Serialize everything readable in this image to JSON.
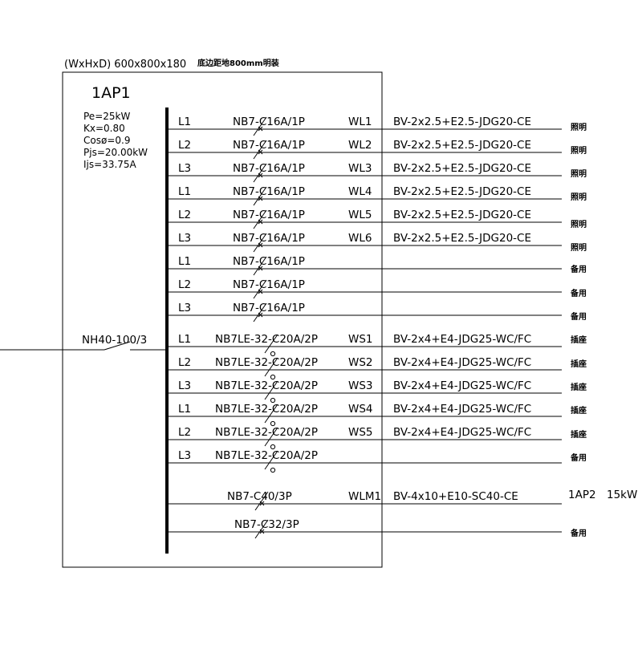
{
  "header": {
    "dims": "(WxHxD) 600x800x180",
    "mount": "底边距地800mm明装"
  },
  "panel": {
    "name": "1AP1",
    "params": [
      "Pe=25kW",
      "Kx=0.80",
      "Cosø=0.9",
      "Pjs=20.00kW",
      "Ijs=33.75A"
    ],
    "main_breaker": "NH40-100/3"
  },
  "circuits": [
    {
      "phase": "L1",
      "breaker": "NB7-C16A/1P",
      "id": "WL1",
      "cable": "BV-2x2.5+E2.5-JDG20-CE",
      "use": "照明",
      "kind": "mcb"
    },
    {
      "phase": "L2",
      "breaker": "NB7-C16A/1P",
      "id": "WL2",
      "cable": "BV-2x2.5+E2.5-JDG20-CE",
      "use": "照明",
      "kind": "mcb"
    },
    {
      "phase": "L3",
      "breaker": "NB7-C16A/1P",
      "id": "WL3",
      "cable": "BV-2x2.5+E2.5-JDG20-CE",
      "use": "照明",
      "kind": "mcb"
    },
    {
      "phase": "L1",
      "breaker": "NB7-C16A/1P",
      "id": "WL4",
      "cable": "BV-2x2.5+E2.5-JDG20-CE",
      "use": "照明",
      "kind": "mcb"
    },
    {
      "phase": "L2",
      "breaker": "NB7-C16A/1P",
      "id": "WL5",
      "cable": "BV-2x2.5+E2.5-JDG20-CE",
      "use": "照明",
      "kind": "mcb"
    },
    {
      "phase": "L3",
      "breaker": "NB7-C16A/1P",
      "id": "WL6",
      "cable": "BV-2x2.5+E2.5-JDG20-CE",
      "use": "照明",
      "kind": "mcb"
    },
    {
      "phase": "L1",
      "breaker": "NB7-C16A/1P",
      "id": "",
      "cable": "",
      "use": "备用",
      "kind": "mcb"
    },
    {
      "phase": "L2",
      "breaker": "NB7-C16A/1P",
      "id": "",
      "cable": "",
      "use": "备用",
      "kind": "mcb"
    },
    {
      "phase": "L3",
      "breaker": "NB7-C16A/1P",
      "id": "",
      "cable": "",
      "use": "备用",
      "kind": "mcb"
    },
    {
      "phase": "L1",
      "breaker": "NB7LE-32-C20A/2P",
      "id": "WS1",
      "cable": "BV-2x4+E4-JDG25-WC/FC",
      "use": "插座",
      "kind": "rcd"
    },
    {
      "phase": "L2",
      "breaker": "NB7LE-32-C20A/2P",
      "id": "WS2",
      "cable": "BV-2x4+E4-JDG25-WC/FC",
      "use": "插座",
      "kind": "rcd"
    },
    {
      "phase": "L3",
      "breaker": "NB7LE-32-C20A/2P",
      "id": "WS3",
      "cable": "BV-2x4+E4-JDG25-WC/FC",
      "use": "插座",
      "kind": "rcd"
    },
    {
      "phase": "L1",
      "breaker": "NB7LE-32-C20A/2P",
      "id": "WS4",
      "cable": "BV-2x4+E4-JDG25-WC/FC",
      "use": "插座",
      "kind": "rcd"
    },
    {
      "phase": "L2",
      "breaker": "NB7LE-32-C20A/2P",
      "id": "WS5",
      "cable": "BV-2x4+E4-JDG25-WC/FC",
      "use": "插座",
      "kind": "rcd"
    },
    {
      "phase": "L3",
      "breaker": "NB7LE-32-C20A/2P",
      "id": "",
      "cable": "",
      "use": "备用",
      "kind": "rcd"
    },
    {
      "phase": "",
      "breaker": "NB7-C40/3P",
      "id": "WLM1",
      "cable": "BV-4x10+E10-SC40-CE",
      "use": "1AP2",
      "load": "15kW",
      "kind": "mcb3"
    },
    {
      "phase": "",
      "breaker": "NB7-C32/3P",
      "id": "",
      "cable": "",
      "use": "备用",
      "kind": "mcb3"
    }
  ]
}
